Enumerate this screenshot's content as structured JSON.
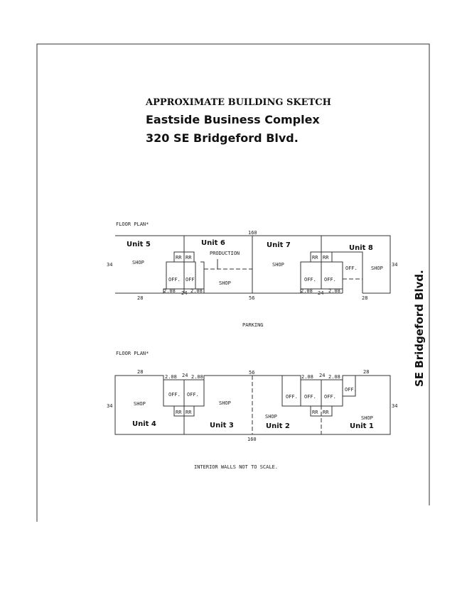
{
  "title": {
    "line1": "APPROXIMATE BUILDING SKETCH",
    "line2": "Eastside Business Complex",
    "line3": "320 SE Bridgeford Blvd."
  },
  "street_label": "SE Bridgeford Blvd.",
  "floor_plan_label": "FLOOR PLAN*",
  "parking_label": "PARKING",
  "footnote": "INTERIOR WALLS NOT TO SCALE.",
  "top_plan": {
    "units": [
      "Unit 5",
      "Unit 6",
      "Unit 7",
      "Unit 8"
    ],
    "dims": {
      "length": "160",
      "depth": "34",
      "left": "28",
      "mid_small": "2.08",
      "mid": "24",
      "center": "56",
      "right": "28"
    },
    "rooms": {
      "shop": "SHOP",
      "production": "PRODUCTION",
      "office": "OFF.",
      "office_short": "OFF",
      "restroom": "RR"
    }
  },
  "bottom_plan": {
    "units": [
      "Unit 4",
      "Unit 3",
      "Unit 2",
      "Unit 1"
    ],
    "dims": {
      "length": "160",
      "depth": "34",
      "left": "28",
      "mid_small": "2.08",
      "mid": "24",
      "center": "56",
      "right": "28"
    },
    "rooms": {
      "shop": "SHOP",
      "office": "OFF.",
      "restroom": "RR"
    }
  }
}
